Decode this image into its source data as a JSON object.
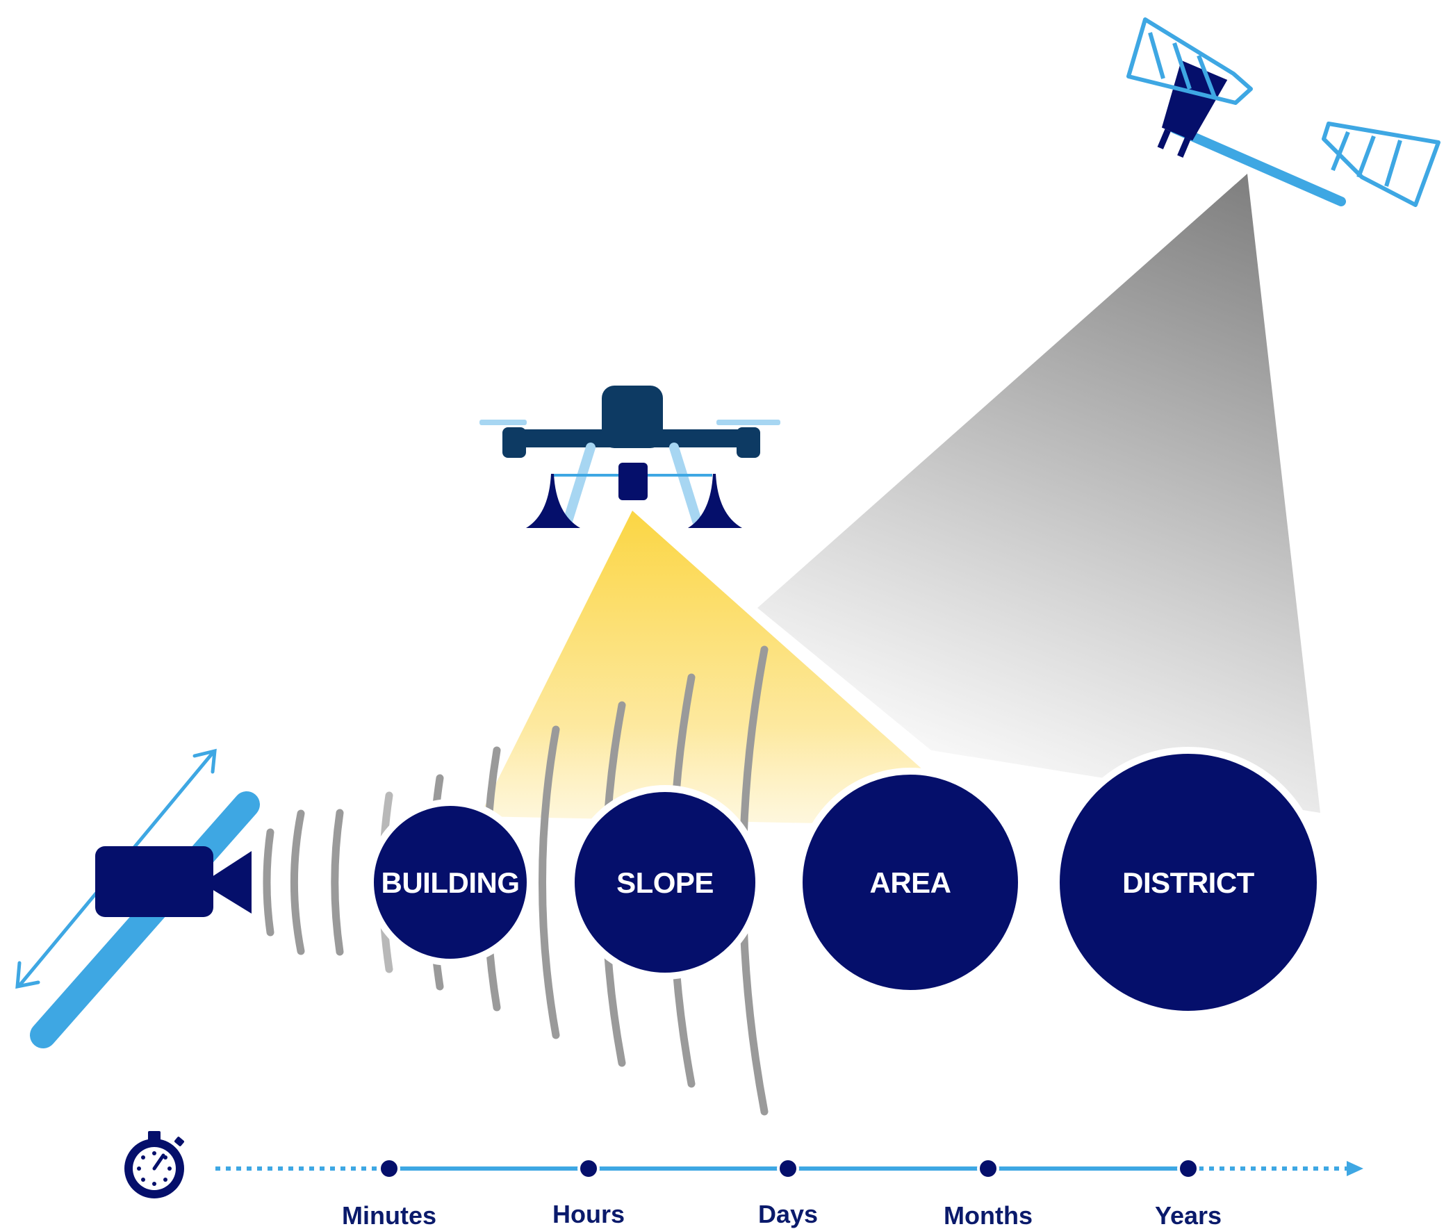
{
  "scales": [
    {
      "id": "building",
      "label": "BUILDING"
    },
    {
      "id": "slope",
      "label": "SLOPE"
    },
    {
      "id": "area",
      "label": "AREA"
    },
    {
      "id": "district",
      "label": "DISTRICT"
    }
  ],
  "timeline": {
    "ticks": [
      {
        "id": "minutes",
        "label": "Minutes"
      },
      {
        "id": "hours",
        "label": "Hours"
      },
      {
        "id": "days",
        "label": "Days"
      },
      {
        "id": "months",
        "label": "Months"
      },
      {
        "id": "years",
        "label": "Years"
      }
    ]
  },
  "colors": {
    "navy": "#050f6b",
    "drone_body": "#0d3a63",
    "light_blue": "#3ea7e3",
    "pale_blue": "#a7d6f2",
    "wave_gray": "#9a9a9a",
    "beam_yellow": "#fbd84a",
    "beam_gray": "#8a8a8a"
  },
  "icons": [
    "satellite-icon",
    "drone-icon",
    "camera-icon",
    "stopwatch-icon",
    "double-arrow-icon"
  ]
}
